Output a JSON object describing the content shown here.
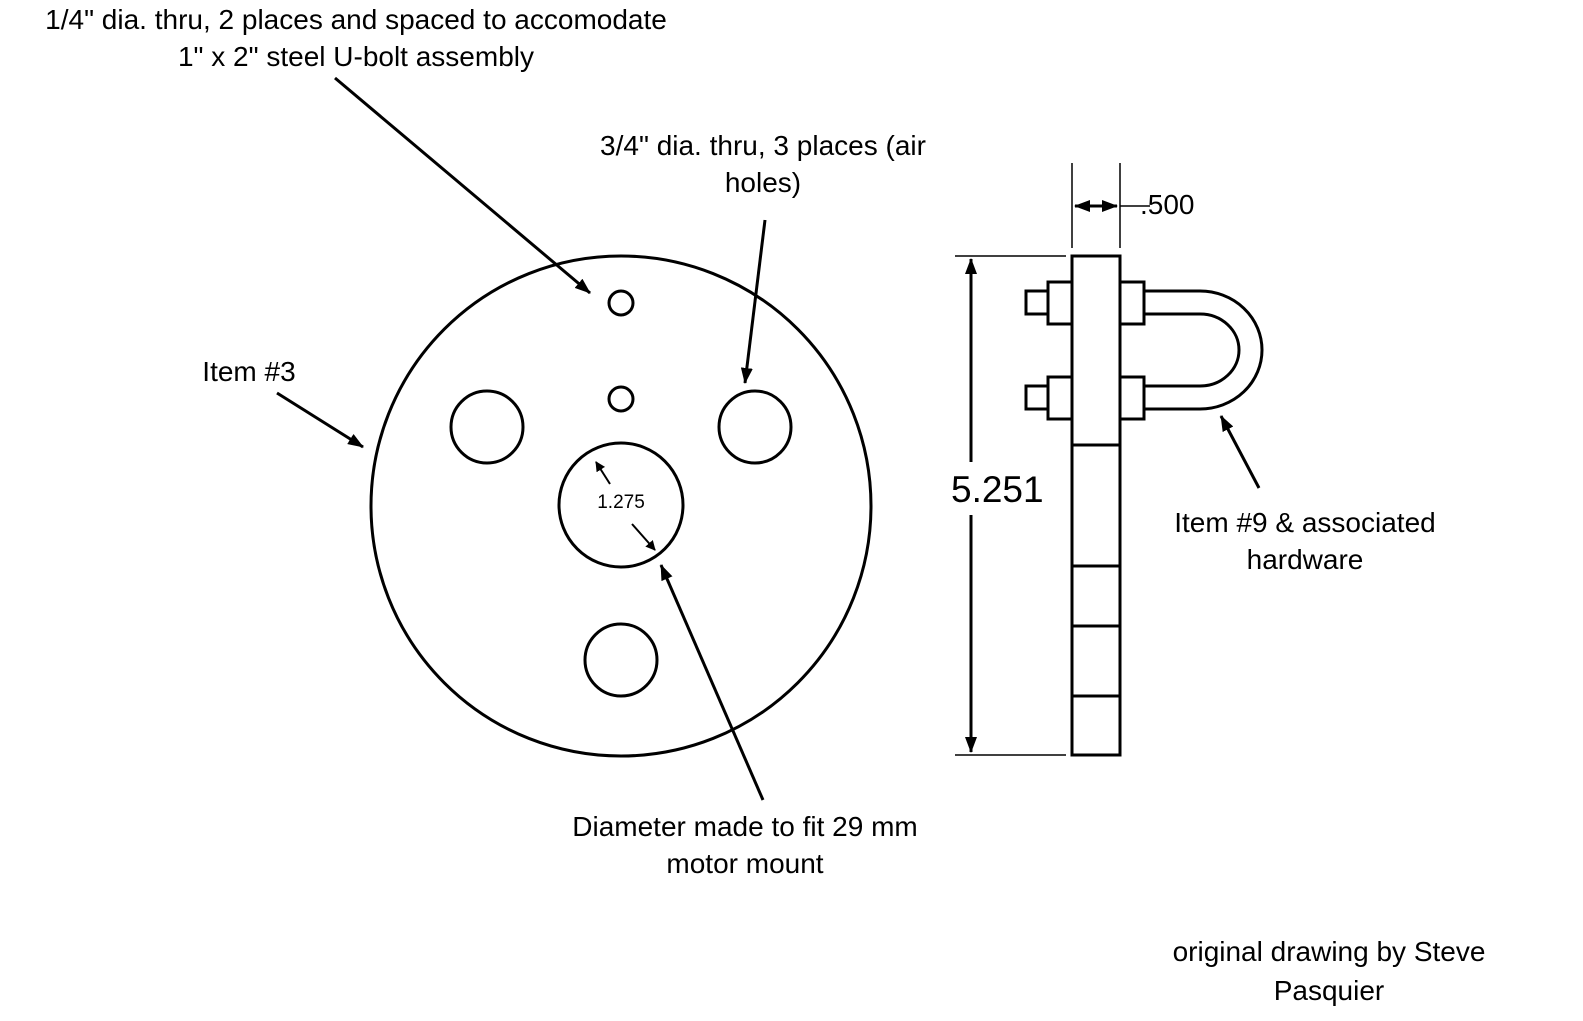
{
  "drawing": {
    "annotations": {
      "bolt_holes_line1": "1/4\" dia. thru, 2 places and spaced to accomodate",
      "bolt_holes_line2": "1\" x 2\" steel U-bolt assembly",
      "air_holes_line1": "3/4\" dia. thru, 3 places (air",
      "air_holes_line2": "holes)",
      "item3": "Item #3",
      "item9_line1": "Item #9 & associated",
      "item9_line2": "hardware",
      "diameter_line1": "Diameter made to fit 29 mm",
      "diameter_line2": "motor mount",
      "credit_line1": "original drawing by Steve",
      "credit_line2": "Pasquier"
    },
    "dimensions": {
      "thickness": ".500",
      "height": "5.251",
      "center_hole": "1.275"
    }
  }
}
